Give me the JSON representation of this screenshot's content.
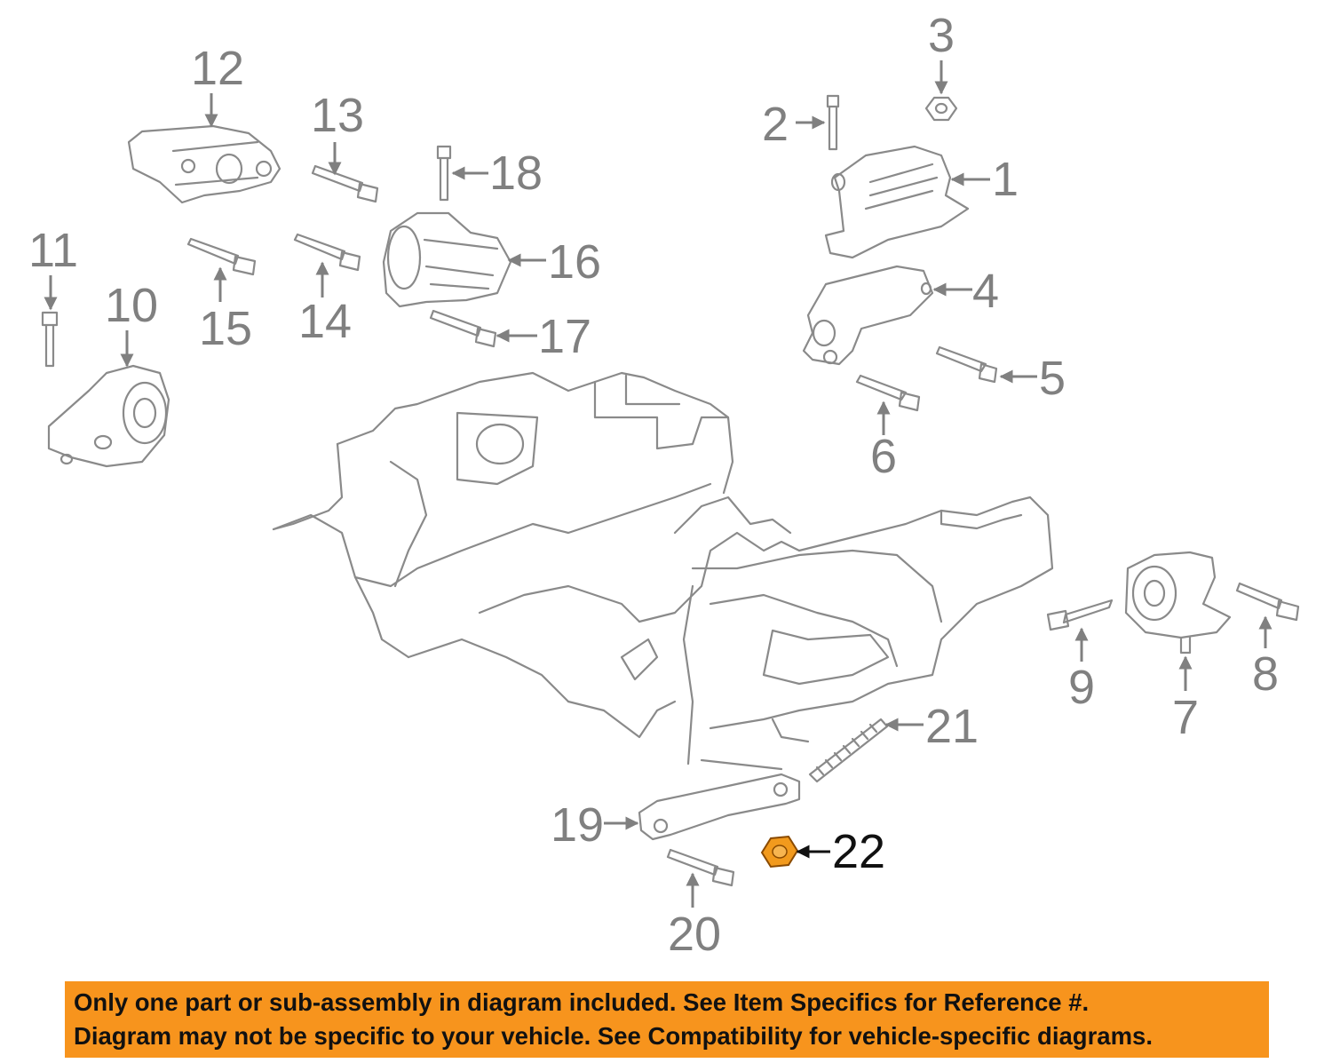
{
  "callouts": {
    "c1": "1",
    "c2": "2",
    "c3": "3",
    "c4": "4",
    "c5": "5",
    "c6": "6",
    "c7": "7",
    "c8": "8",
    "c9": "9",
    "c10": "10",
    "c11": "11",
    "c12": "12",
    "c13": "13",
    "c14": "14",
    "c15": "15",
    "c16": "16",
    "c17": "17",
    "c18": "18",
    "c19": "19",
    "c20": "20",
    "c21": "21",
    "c22": "22"
  },
  "highlighted_part": "22",
  "colors": {
    "line_art": "#8a8a8a",
    "highlight_part": "#f29a1d",
    "banner_background": "#f7941d",
    "banner_text": "#111111"
  },
  "disclaimer": {
    "line1": "Only one part or sub-assembly in diagram included. See Item Specifics for Reference #.",
    "line2": "Diagram may not be specific to your vehicle. See Compatibility for vehicle-specific diagrams."
  }
}
